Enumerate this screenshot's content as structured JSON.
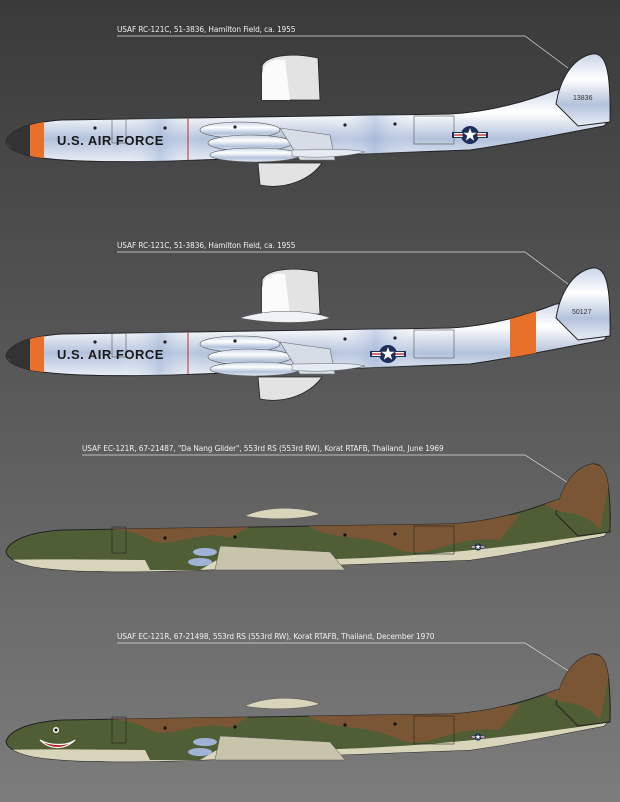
{
  "profiles": [
    {
      "caption": "USAF RC-121C, 51-3836, Hamilton Field, ca. 1955",
      "fuselage_text": "U.S. AIR FORCE",
      "tail_number": "13836",
      "scheme": "natural-metal",
      "tail_band": false
    },
    {
      "caption": "USAF RC-121C, 51-3836, Hamilton Field, ca. 1955",
      "fuselage_text": "U.S. AIR FORCE",
      "tail_number": "50127",
      "scheme": "natural-metal",
      "tail_band": true
    },
    {
      "caption": "USAF EC-121R, 67-21487, \"Da Nang Glider\", 553rd RS (553rd RW), Korat RTAFB, Thailand, June 1969",
      "scheme": "sea-camouflage",
      "shark_mouth": false
    },
    {
      "caption": "USAF EC-121R, 67-21498, 553rd RS (553rd RW), Korat RTAFB, Thailand, December 1970",
      "scheme": "sea-camouflage",
      "shark_mouth": true
    }
  ],
  "colors": {
    "dayglo": "#e8702a",
    "insignia_blue": "#1d2f5a",
    "camo_green": "#4f5e34",
    "camo_brown": "#7a5634",
    "camo_tan": "#d9d5bb",
    "background": "#5a5a5a"
  }
}
